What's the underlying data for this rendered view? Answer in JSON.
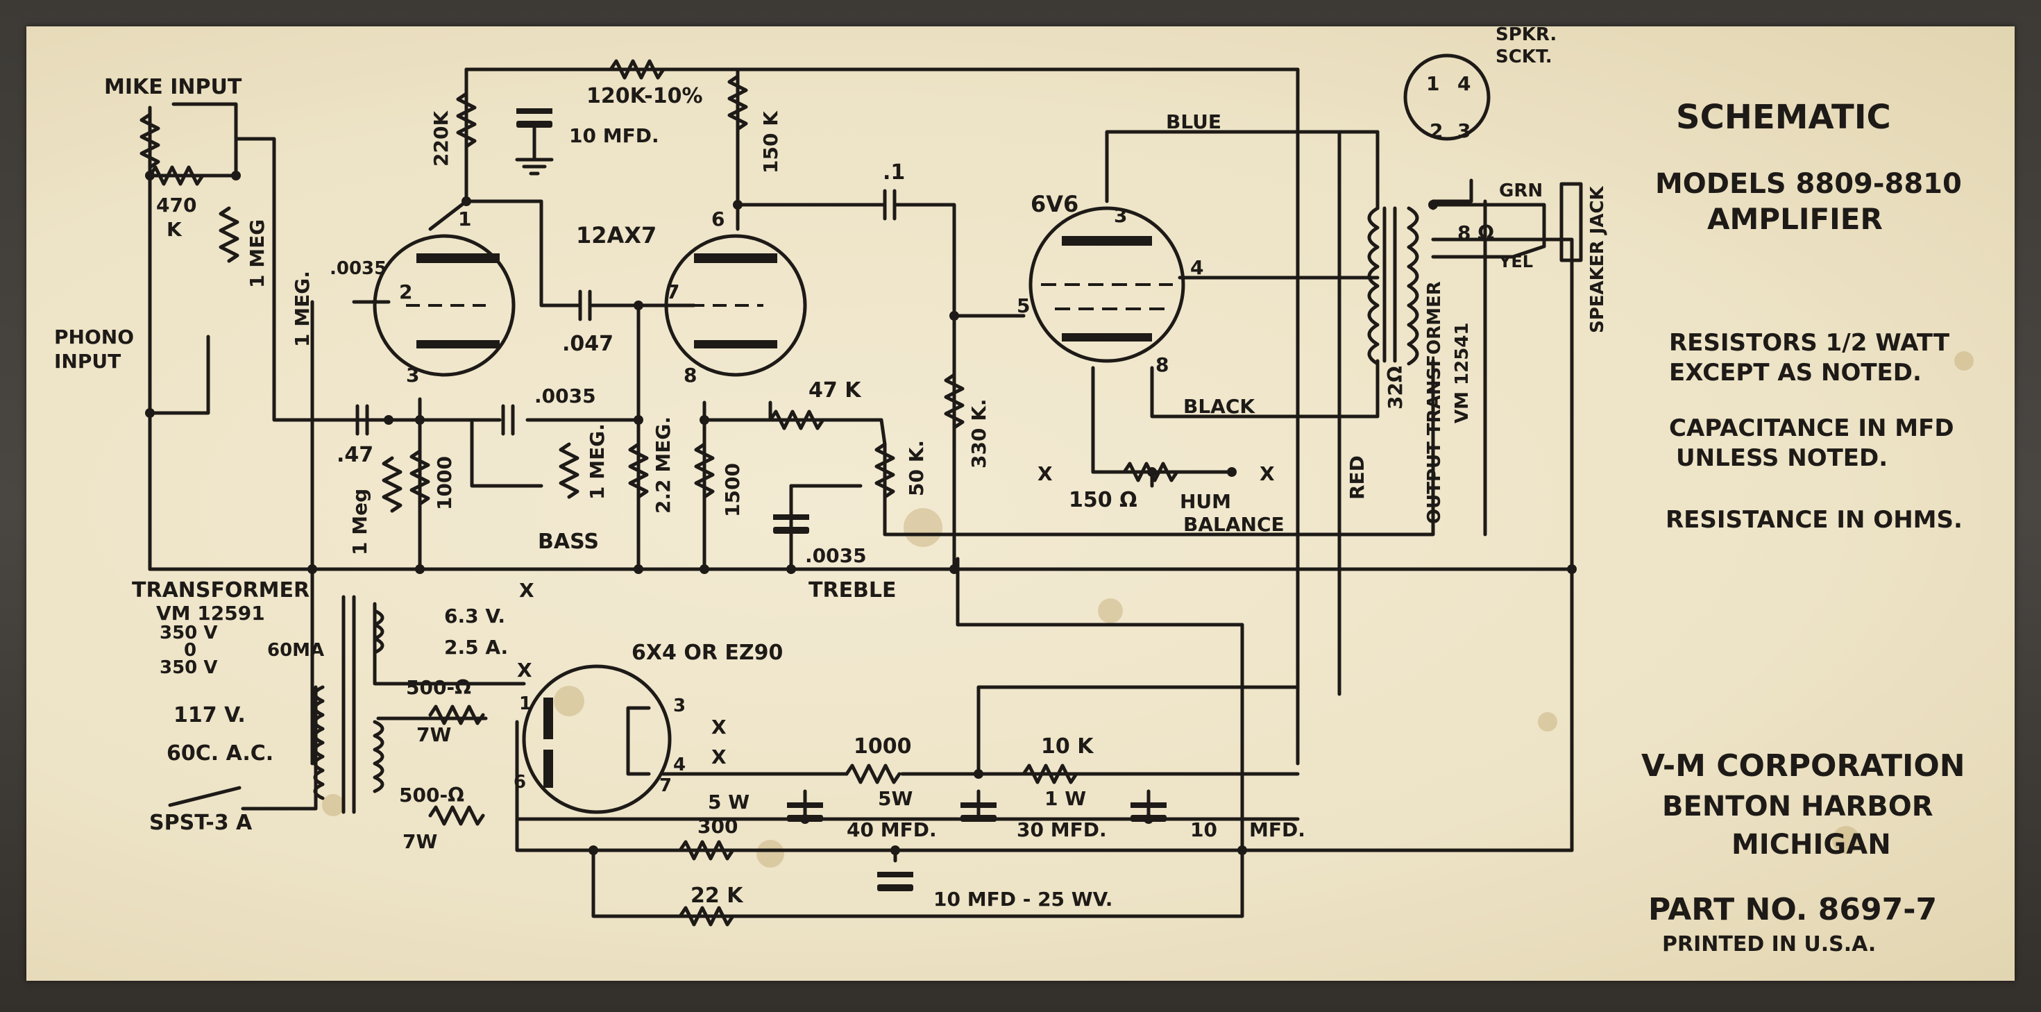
{
  "title_block": {
    "heading": "SCHEMATIC",
    "models": "MODELS 8809-8810",
    "product": "AMPLIFIER",
    "notes": [
      "RESISTORS 1/2 WATT",
      "EXCEPT AS NOTED.",
      "CAPACITANCE IN MFD",
      "UNLESS NOTED.",
      "RESISTANCE IN OHMS."
    ],
    "company": [
      "V-M CORPORATION",
      "BENTON HARBOR",
      "MICHIGAN"
    ],
    "part_no": "PART NO. 8697-7",
    "printed": "PRINTED IN U.S.A."
  },
  "inputs": {
    "mike": "MIKE INPUT",
    "phono_1": "PHONO",
    "phono_2": "INPUT"
  },
  "resistors": {
    "r470k_a": "470",
    "r470k_b": "K",
    "r1meg_in": "1 MEG",
    "r1meg_vol": "1 MEG.",
    "r220k": "220K",
    "r120k": "120K-10%",
    "r150k": "150 K",
    "r1meg_grid": "1 Meg",
    "r1000": "1000",
    "r1meg_bass": "1 MEG.",
    "r22meg": "2.2 MEG.",
    "r1500": "1500",
    "r47k": "47 K",
    "r50k": "50 K.",
    "r330k": "330 K.",
    "r150": "150 Ω",
    "r500a": "500-Ω",
    "r7wa": "7W",
    "r500b": "500-Ω",
    "r7wb": "7W",
    "r5w_top": "5 W",
    "r300": "300",
    "r1000b": "1000",
    "r5w": "5W",
    "r10k": "10 K",
    "r1w": "1 W",
    "r22k": "22 K"
  },
  "capacitors": {
    "c10mfd": "10 MFD.",
    "c0035a": ".0035",
    "c047": ".047",
    "c47": ".47",
    "c0035b": ".0035",
    "c1": ".1",
    "c0035c": ".0035",
    "c40": "40 MFD.",
    "c30": "30 MFD.",
    "c10a": "10",
    "c10b": "MFD.",
    "c10_25": "10 MFD - 25 WV."
  },
  "tubes": {
    "v1": "12AX7",
    "v2": "6V6",
    "v3": "6X4 OR EZ90",
    "pins_v1a": [
      "1",
      "2",
      "3"
    ],
    "pins_v1b": [
      "6",
      "7",
      "8"
    ],
    "pins_v2": [
      "3",
      "4",
      "5",
      "8"
    ],
    "pins_v3": [
      "1",
      "6",
      "3",
      "4",
      "7"
    ]
  },
  "controls": {
    "bass": "BASS",
    "treble": "TREBLE",
    "hum_1": "HUM",
    "hum_2": "BALANCE"
  },
  "power": {
    "transformer": "TRANSFORMER",
    "vm": "VM 12591",
    "v350a": "350 V",
    "zero": "0",
    "v350b": "350 V",
    "ma": "60MA",
    "v63": "6.3 V.",
    "a25": "2.5 A.",
    "v117": "117 V.",
    "ac": "60C. A.C.",
    "switch": "SPST-3 A",
    "x": "X"
  },
  "output": {
    "spkr_1": "SPKR.",
    "spkr_2": "SCKT.",
    "grn": "GRN",
    "yel": "YEL",
    "ohm8": "8 Ω",
    "ohm32": "32Ω",
    "ot_1": "OUTPUT TRANSFORMER",
    "ot_2": "VM 12541",
    "jack": "SPEAKER JACK",
    "blue": "BLUE",
    "black": "BLACK",
    "red": "RED",
    "socket_pins": [
      "1",
      "4",
      "2",
      "3"
    ]
  }
}
